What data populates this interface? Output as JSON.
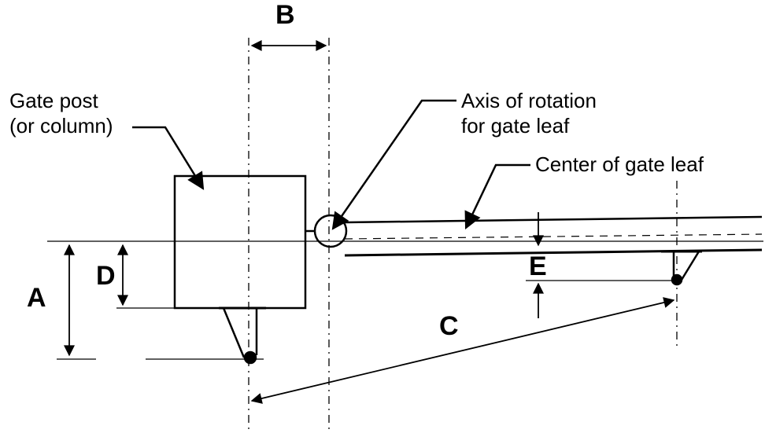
{
  "labels": {
    "gate_post_line1": "Gate post",
    "gate_post_line2": "(or column)",
    "axis_line1": "Axis of rotation",
    "axis_line2": "for gate leaf",
    "center_leaf": "Center of gate leaf"
  },
  "dimensions": {
    "a": "A",
    "b": "B",
    "c": "C",
    "d": "D",
    "e": "E"
  },
  "colors": {
    "ink": "#000000",
    "background": "#ffffff"
  }
}
